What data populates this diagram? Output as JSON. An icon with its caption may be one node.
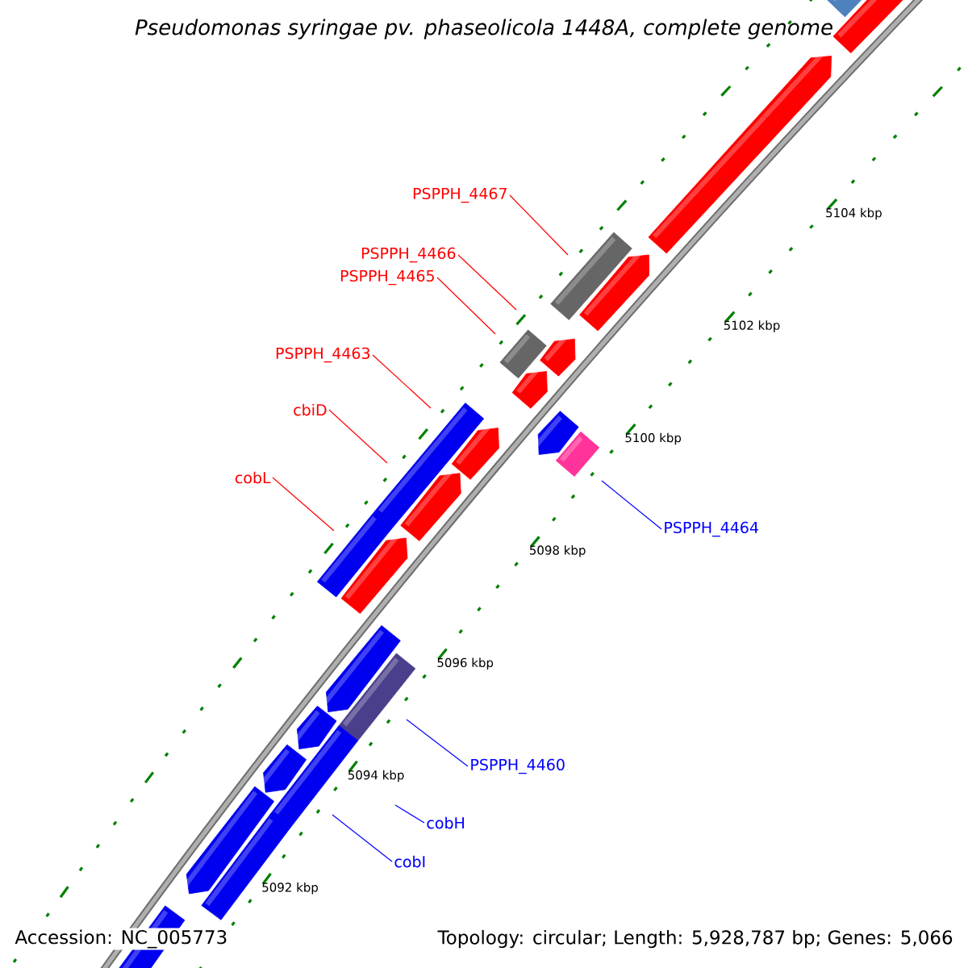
{
  "diagram": {
    "title": "Pseudomonas syringae pv. phaseolicola 1448A, complete genome",
    "nodes": [
      {
        "text": [
          "PSPPH_4467"
        ]
      },
      {
        "text": [
          "PSPPH_4466"
        ]
      },
      {
        "text": [
          "PSPPH_4465"
        ]
      },
      {
        "text": [
          "PSPPH_4463"
        ]
      },
      {
        "text": [
          "cbiD"
        ]
      },
      {
        "text": [
          "cobL"
        ]
      },
      {
        "text": [
          "PSPPH_4464"
        ]
      },
      {
        "text": [
          "PSPPH_4460"
        ]
      },
      {
        "text": [
          "cobH"
        ]
      },
      {
        "text": [
          "cobI"
        ]
      }
    ],
    "edges": [
      {
        "from": 0,
        "to": null,
        "arrow": "none"
      },
      {
        "from": 1,
        "to": null,
        "arrow": "none"
      },
      {
        "from": 2,
        "to": null,
        "arrow": "none"
      },
      {
        "from": 3,
        "to": null,
        "arrow": "none"
      },
      {
        "from": 4,
        "to": null,
        "arrow": "none"
      },
      {
        "from": 5,
        "to": null,
        "arrow": "none"
      },
      {
        "from": 6,
        "to": null,
        "arrow": "none",
        "color": "#0000ff"
      },
      {
        "from": 7,
        "to": null,
        "arrow": "none",
        "color": "#0000ff"
      },
      {
        "from": 8,
        "to": null,
        "arrow": "none",
        "color": "#0000ff"
      },
      {
        "from": 9,
        "to": null,
        "arrow": "none",
        "color": "#0000ff"
      }
    ],
    "labels": [
      "5104 kbp",
      "5102 kbp",
      "5100 kbp",
      "5098 kbp",
      "5096 kbp",
      "5094 kbp",
      "5092 kbp",
      "Accession: NC_005773",
      "Topology: circular; Length: 5,928,787 bp; Genes: 5,066"
    ]
  }
}
